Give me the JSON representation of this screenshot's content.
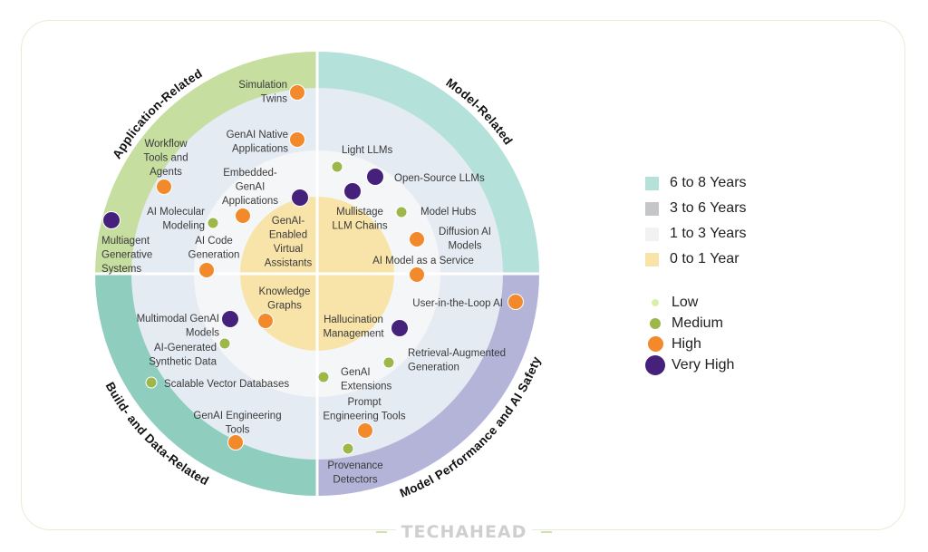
{
  "quadrants": [
    {
      "title": "Application-Related",
      "color": "#c6dea0"
    },
    {
      "title": "Model-Related",
      "color": "#b4e1da"
    },
    {
      "title": "Build- and Data-Related",
      "color": "#8fcdbf"
    },
    {
      "title": "Model Performance and AI Safety",
      "color": "#b3b4d8"
    }
  ],
  "rings": {
    "r3to6": "#e5ebf3",
    "r1to3": "#f5f6f8",
    "r0to1": "#f8e4a9"
  },
  "impact_colors": {
    "low": "#d9f0a8",
    "medium": "#9db74b",
    "high": "#f2892b",
    "very_high": "#46217c"
  },
  "items": [
    {
      "lines": [
        "Simulation",
        "Twins"
      ],
      "impact": "high"
    },
    {
      "lines": [
        "GenAI Native",
        "Applications"
      ],
      "impact": "high"
    },
    {
      "lines": [
        "Workflow",
        "Tools and",
        "Agents"
      ],
      "impact": "high"
    },
    {
      "lines": [
        "Embedded-",
        "GenAI",
        "Applications"
      ],
      "impact": "high"
    },
    {
      "lines": [
        "AI Molecular",
        "Modeling"
      ],
      "impact": "medium"
    },
    {
      "lines": [
        "AI Code",
        "Generation"
      ],
      "impact": "high"
    },
    {
      "lines": [
        "Multiagent",
        "Generative",
        "Systems"
      ],
      "impact": "very_high"
    },
    {
      "lines": [
        "GenAI-",
        "Enabled",
        "Virtual",
        "Assistants"
      ],
      "impact": "very_high"
    },
    {
      "lines": [
        "Light LLMs"
      ],
      "impact": "medium"
    },
    {
      "lines": [
        "Open-Source LLMs"
      ],
      "impact": "very_high"
    },
    {
      "lines": [
        "Mullistage",
        "LLM Chains"
      ],
      "impact": "very_high"
    },
    {
      "lines": [
        "Model Hubs"
      ],
      "impact": "medium"
    },
    {
      "lines": [
        "Diffusion AI",
        "Models"
      ],
      "impact": "high"
    },
    {
      "lines": [
        "AI Model as a Service"
      ],
      "impact": "high"
    },
    {
      "lines": [
        "Knowledge",
        "Graphs"
      ],
      "impact": "high"
    },
    {
      "lines": [
        "Multimodal GenAI",
        "Models"
      ],
      "impact": "very_high"
    },
    {
      "lines": [
        "AI-Generated",
        "Synthetic Data"
      ],
      "impact": "medium"
    },
    {
      "lines": [
        "Scalable Vector Databases"
      ],
      "impact": "medium"
    },
    {
      "lines": [
        "GenAI Engineering",
        "Tools"
      ],
      "impact": "high"
    },
    {
      "lines": [
        "User-in-the-Loop AI"
      ],
      "impact": "high"
    },
    {
      "lines": [
        "Hallucination",
        "Management"
      ],
      "impact": "very_high"
    },
    {
      "lines": [
        "Retrieval-Augmented",
        "Generation"
      ],
      "impact": "medium"
    },
    {
      "lines": [
        "GenAI",
        "Extensions"
      ],
      "impact": "medium"
    },
    {
      "lines": [
        "Prompt",
        "Engineering Tools"
      ],
      "impact": "high"
    },
    {
      "lines": [
        "Provenance",
        "Detectors"
      ],
      "impact": "medium"
    }
  ],
  "legend": {
    "horizons": [
      {
        "label": "6 to 8 Years",
        "color": "#b4e1da"
      },
      {
        "label": "3 to 6 Years",
        "color": "#c4c6c8"
      },
      {
        "label": "1 to 3 Years",
        "color": "#f1f2f3"
      },
      {
        "label": "0 to 1 Year",
        "color": "#f8e4a9"
      }
    ],
    "impacts": [
      {
        "label": "Low",
        "key": "low"
      },
      {
        "label": "Medium",
        "key": "medium"
      },
      {
        "label": "High",
        "key": "high"
      },
      {
        "label": "Very High",
        "key": "very_high"
      }
    ]
  },
  "brand": "TECHAHEAD"
}
